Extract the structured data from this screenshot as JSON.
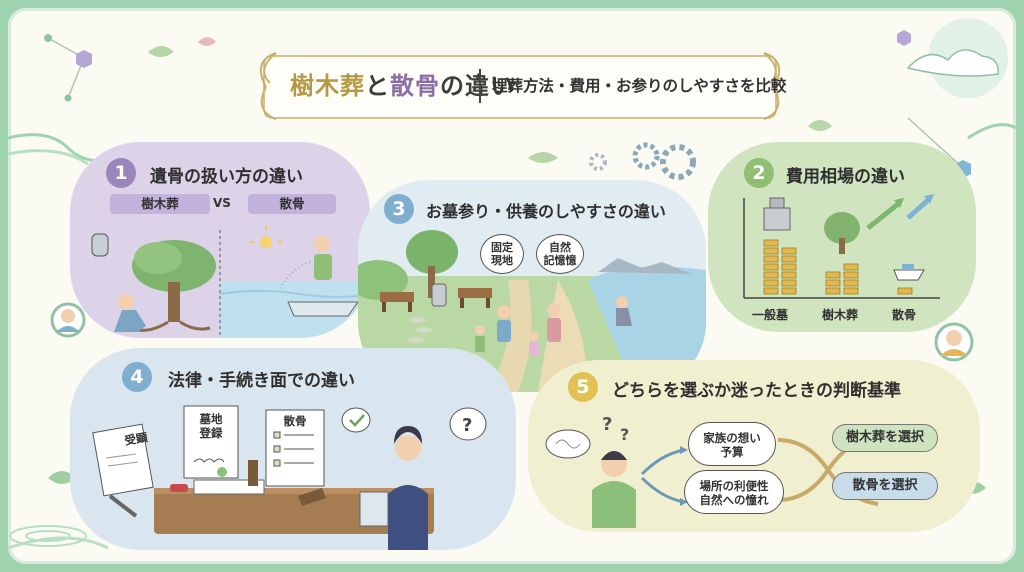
{
  "title": {
    "main_part1": "樹木葬",
    "main_and": "と",
    "main_part2": "散骨",
    "main_suffix": "の違い",
    "subtitle": "埋葬方法・費用・お参りのしやすさを比較"
  },
  "section1": {
    "number": "1",
    "title": "遺骨の扱い方の違い",
    "label_left": "樹木葬",
    "label_vs": "VS",
    "label_right": "散骨"
  },
  "section2": {
    "number": "2",
    "title": "費用相場の違い",
    "x_labels": [
      "一般墓",
      "樹木葬",
      "散骨"
    ]
  },
  "section3": {
    "number": "3",
    "title": "お墓参り・供養のしやすさの違い",
    "bubble_left": [
      "固定",
      "現地"
    ],
    "bubble_right": [
      "自然",
      "記憶憶"
    ]
  },
  "section4": {
    "number": "4",
    "title": "法律・手続き面での違い",
    "doc1": "受顕",
    "doc2": [
      "墓地",
      "登録"
    ],
    "doc3": "散骨"
  },
  "section5": {
    "number": "5",
    "title": "どちらを選ぶか迷ったときの判断基準",
    "factor1": [
      "家族の想い",
      "予算"
    ],
    "factor2": [
      "場所の利便性",
      "自然への憧れ"
    ],
    "choice1": "樹木葬を選択",
    "choice2": "散骨を選択"
  },
  "colors": {
    "frame_green": "#9fd3b0",
    "purple_panel": "#ddd3e9",
    "green_panel": "#cfe4bf",
    "blue_panel": "#d9e6ef",
    "yellow_panel": "#f0efcf",
    "gold_title": "#b49a45",
    "purple_title": "#8a6fa6"
  }
}
